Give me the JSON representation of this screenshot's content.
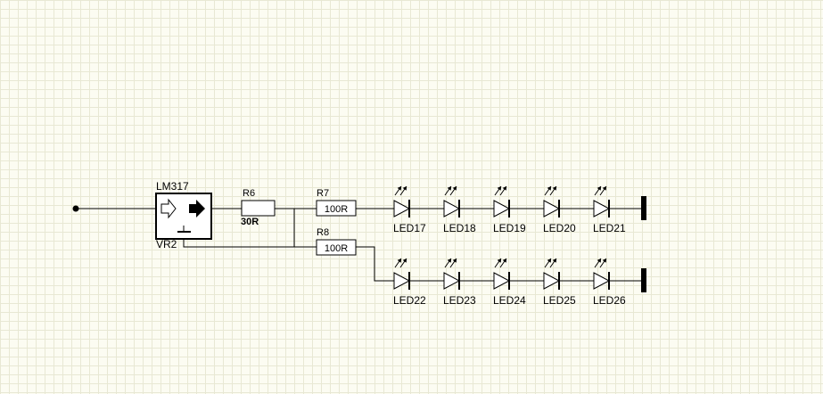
{
  "regulator": {
    "part": "LM317",
    "ref": "VR2"
  },
  "resistors": [
    {
      "ref": "R6",
      "value": "30R"
    },
    {
      "ref": "R7",
      "value": "100R"
    },
    {
      "ref": "R8",
      "value": "100R"
    }
  ],
  "leds_row1": [
    "LED17",
    "LED18",
    "LED19",
    "LED20",
    "LED21"
  ],
  "leds_row2": [
    "LED22",
    "LED23",
    "LED24",
    "LED25",
    "LED26"
  ],
  "icons": {
    "input_node": "junction-dot-icon",
    "regulator_arrows": "hollow-arrow-solid-arrow-icon",
    "ground": "ground-icon",
    "terminal": "bus-bar-terminal-icon"
  }
}
